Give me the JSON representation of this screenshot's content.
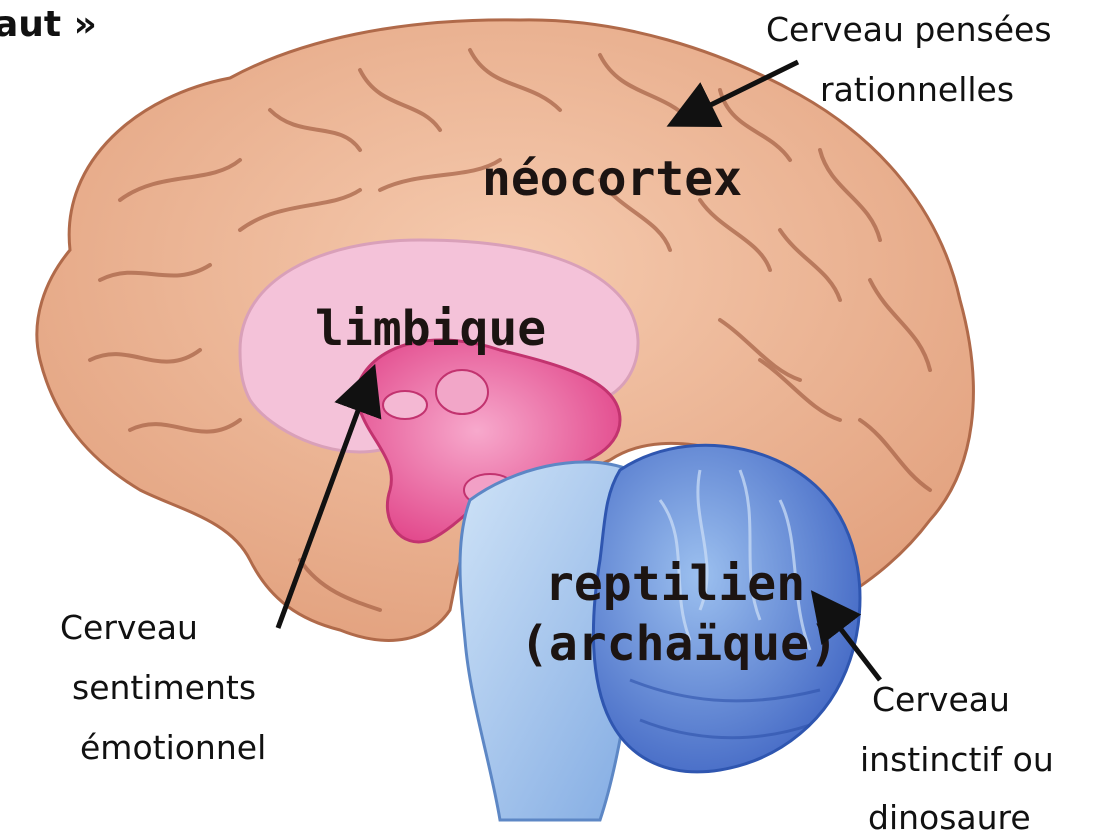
{
  "title_fragment": "aut »",
  "colors": {
    "neocortex": "#efb897",
    "neocortex_gyri_shadow": "#a9664a",
    "limbic": "#ec4f95",
    "limbic_light": "#f6c6dc",
    "brainstem": "#93bde9",
    "cerebellum": "#5b86d6",
    "arrow": "#111111"
  },
  "regions": {
    "neocortex": "néocortex",
    "limbic": "limbique",
    "reptilian_line1": "reptilien",
    "reptilian_line2": "(archaïque)"
  },
  "callouts": {
    "rational": {
      "line1": "Cerveau pensées",
      "line2": "rationnelles"
    },
    "emotional": {
      "line1": "Cerveau",
      "line2": "sentiments",
      "line3": "émotionnel"
    },
    "instinct": {
      "line1": "Cerveau",
      "line2": "instinctif ou",
      "line3": "dinosaure"
    }
  },
  "icons": {
    "arrow": "arrow-icon"
  }
}
